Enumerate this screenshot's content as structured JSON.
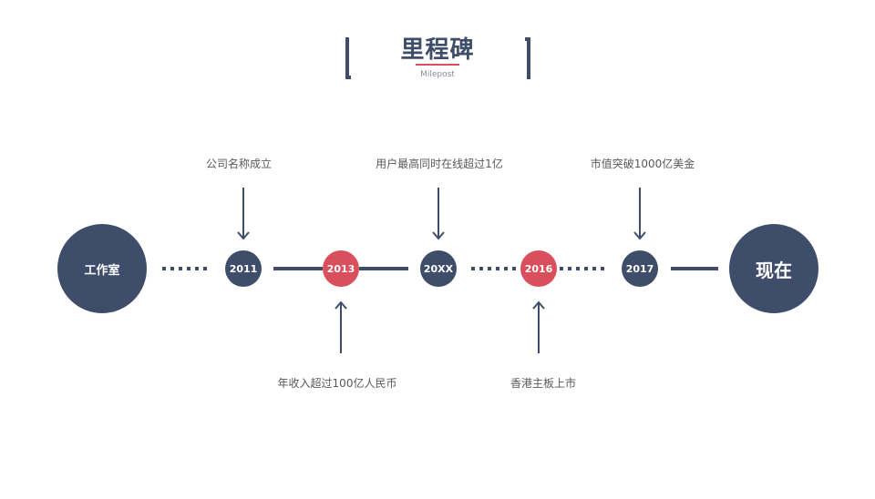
{
  "colors": {
    "navy": "#3e4e6a",
    "red": "#d94f5c"
  },
  "header": {
    "title": "里程碑",
    "subtitle": "Milepost"
  },
  "timeline": {
    "start": "工作室",
    "end": "现在",
    "milestones": [
      {
        "year": "2011",
        "color": "navy"
      },
      {
        "year": "2013",
        "color": "red"
      },
      {
        "year": "20XX",
        "color": "navy"
      },
      {
        "year": "2016",
        "color": "red"
      },
      {
        "year": "2017",
        "color": "navy"
      }
    ]
  },
  "events": {
    "top": [
      "公司名称成立",
      "用户最高同时在线超过1亿",
      "市值突破1000亿美金"
    ],
    "bottom": [
      "年收入超过100亿人民币",
      "香港主板上市"
    ]
  }
}
